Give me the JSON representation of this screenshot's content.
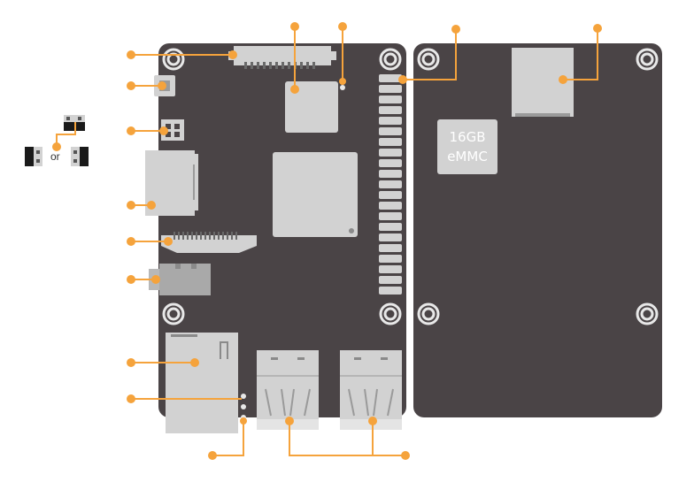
{
  "emmc": {
    "line1": "16GB",
    "line2": "eMMC"
  },
  "jumper_legend": {
    "or_text": "or"
  },
  "colors": {
    "board": "#4a4446",
    "board_edge": "#3a3436",
    "component": "#d2d2d2",
    "component_dark": "#9a9a9a",
    "hole_ring": "#e8e8e8",
    "callout": "#f5a33c",
    "background": "#ffffff"
  },
  "callouts": [
    {
      "id": "callout-top-connector"
    },
    {
      "id": "callout-micro-usb"
    },
    {
      "id": "callout-jumper-header"
    },
    {
      "id": "callout-sd-slot"
    },
    {
      "id": "callout-ribbon-connector"
    },
    {
      "id": "callout-audio-jack"
    },
    {
      "id": "callout-ethernet"
    },
    {
      "id": "callout-led"
    },
    {
      "id": "callout-led-bottom"
    },
    {
      "id": "callout-chip-top"
    },
    {
      "id": "callout-led-top"
    },
    {
      "id": "callout-gpio-header"
    },
    {
      "id": "callout-back-connector"
    },
    {
      "id": "callout-usb-ports"
    }
  ]
}
